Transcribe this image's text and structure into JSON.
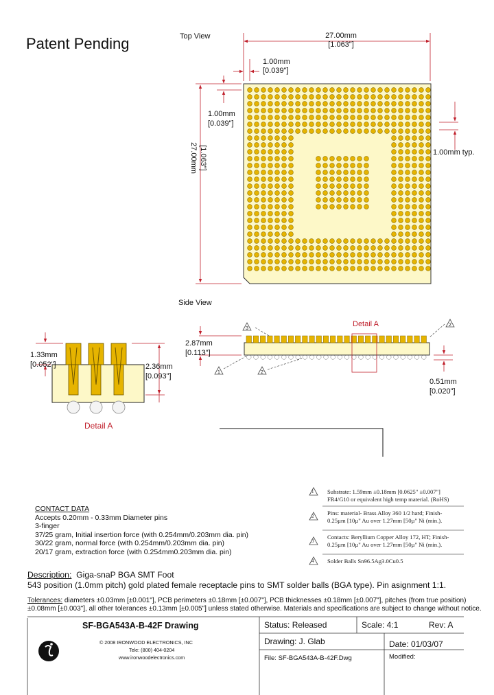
{
  "header": {
    "patent": "Patent Pending"
  },
  "labels": {
    "top_view": "Top View",
    "side_view": "Side View",
    "detail_a": "Detail A",
    "detail_a_caption": "Detail A"
  },
  "dimensions": {
    "width_mm": "27.00mm",
    "width_in": "[1.063\"]",
    "pitch_mm": "1.00mm",
    "pitch_in": "[0.039\"]",
    "edge_mm": "1.00mm",
    "edge_in": "[0.039\"]",
    "height_mm": "27.00mm",
    "height_in": "[1.063\"]",
    "typ": "1.00mm typ.",
    "side_mm": "2.87mm",
    "side_in": "[0.113\"]",
    "ball_mm": "0.51mm",
    "ball_in": "[0.020\"]",
    "detail_left_mm": "1.33mm",
    "detail_left_in": "[0.052\"]",
    "detail_right_mm": "2.36mm",
    "detail_right_in": "[0.093\"]"
  },
  "callouts": {
    "c1": "1",
    "c2": "2",
    "c3": "3"
  },
  "notes": [
    {
      "num": "1",
      "lines": [
        "Substrate: 1.59mm ±0.18mm [0.0625\" ±0.007\"]",
        "FR4/G10 or equivalent high temp material. (RoHS)"
      ]
    },
    {
      "num": "2",
      "lines": [
        "Pins: material- Brass Alloy 360 1/2 hard; Finish-",
        "0.25µm [10µ\" Au over 1.27mm [50µ\" Ni (min.)."
      ]
    },
    {
      "num": "3",
      "lines": [
        "Contacts: Beryllium Copper Alloy 172, HT; Finish-",
        "0.25µm [10µ\" Au over 1.27mm [50µ\" Ni (min.)."
      ]
    },
    {
      "num": "4",
      "lines": [
        "Solder Balls Sn96.5Ag3.0Cu0.5"
      ]
    }
  ],
  "contact_data": {
    "title": "CONTACT DATA",
    "lines": [
      "Accepts 0.20mm - 0.33mm Diameter pins",
      "3-finger",
      "37/25 gram, Initial insertion force (with 0.254mm/0.203mm dia. pin)",
      "30/22 gram, normal force (with 0.254mm/0.203mm dia. pin)",
      "20/17 gram, extraction force (with 0.254mm0.203mm dia. pin)"
    ]
  },
  "description": {
    "label": "Description:",
    "title": "Giga-snaP BGA SMT Foot",
    "text": "543 position (1.0mm pitch) gold plated female receptacle pins to SMT solder balls (BGA type). Pin asignment 1:1."
  },
  "tolerances": {
    "label": "Tolerances:",
    "line1": "diameters ±0.03mm [±0.001\"], PCB perimeters ±0.18mm [±0.007\"], PCB thicknesses ±0.18mm [±0.007\"], pitches (from true position)",
    "line2": "±0.08mm [±0.003\"], all other tolerances ±0.13mm [±0.005\"] unless stated otherwise.  Materials and specifications are subject to change without notice."
  },
  "title_block": {
    "drawing_title": "SF-BGA543A-B-42F Drawing",
    "copyright": "© 2008  IRONWOOD ELECTRONICS, INC",
    "phone": "Tele: (800) 404-0204",
    "web": "www.ironwoodelectronics.com",
    "status": "Status: Released",
    "scale": "Scale: 4:1",
    "rev": "Rev: A",
    "drawing_by": "Drawing: J. Glab",
    "date": "Date: 01/03/07",
    "file": "File: SF-BGA543A-B-42F.Dwg",
    "modified": "Modified:"
  },
  "colors": {
    "substrate": "#fdf8c8",
    "pad": "#e6b400",
    "pad_ring": "#8a6d00",
    "dim_red": "#c0202c"
  }
}
